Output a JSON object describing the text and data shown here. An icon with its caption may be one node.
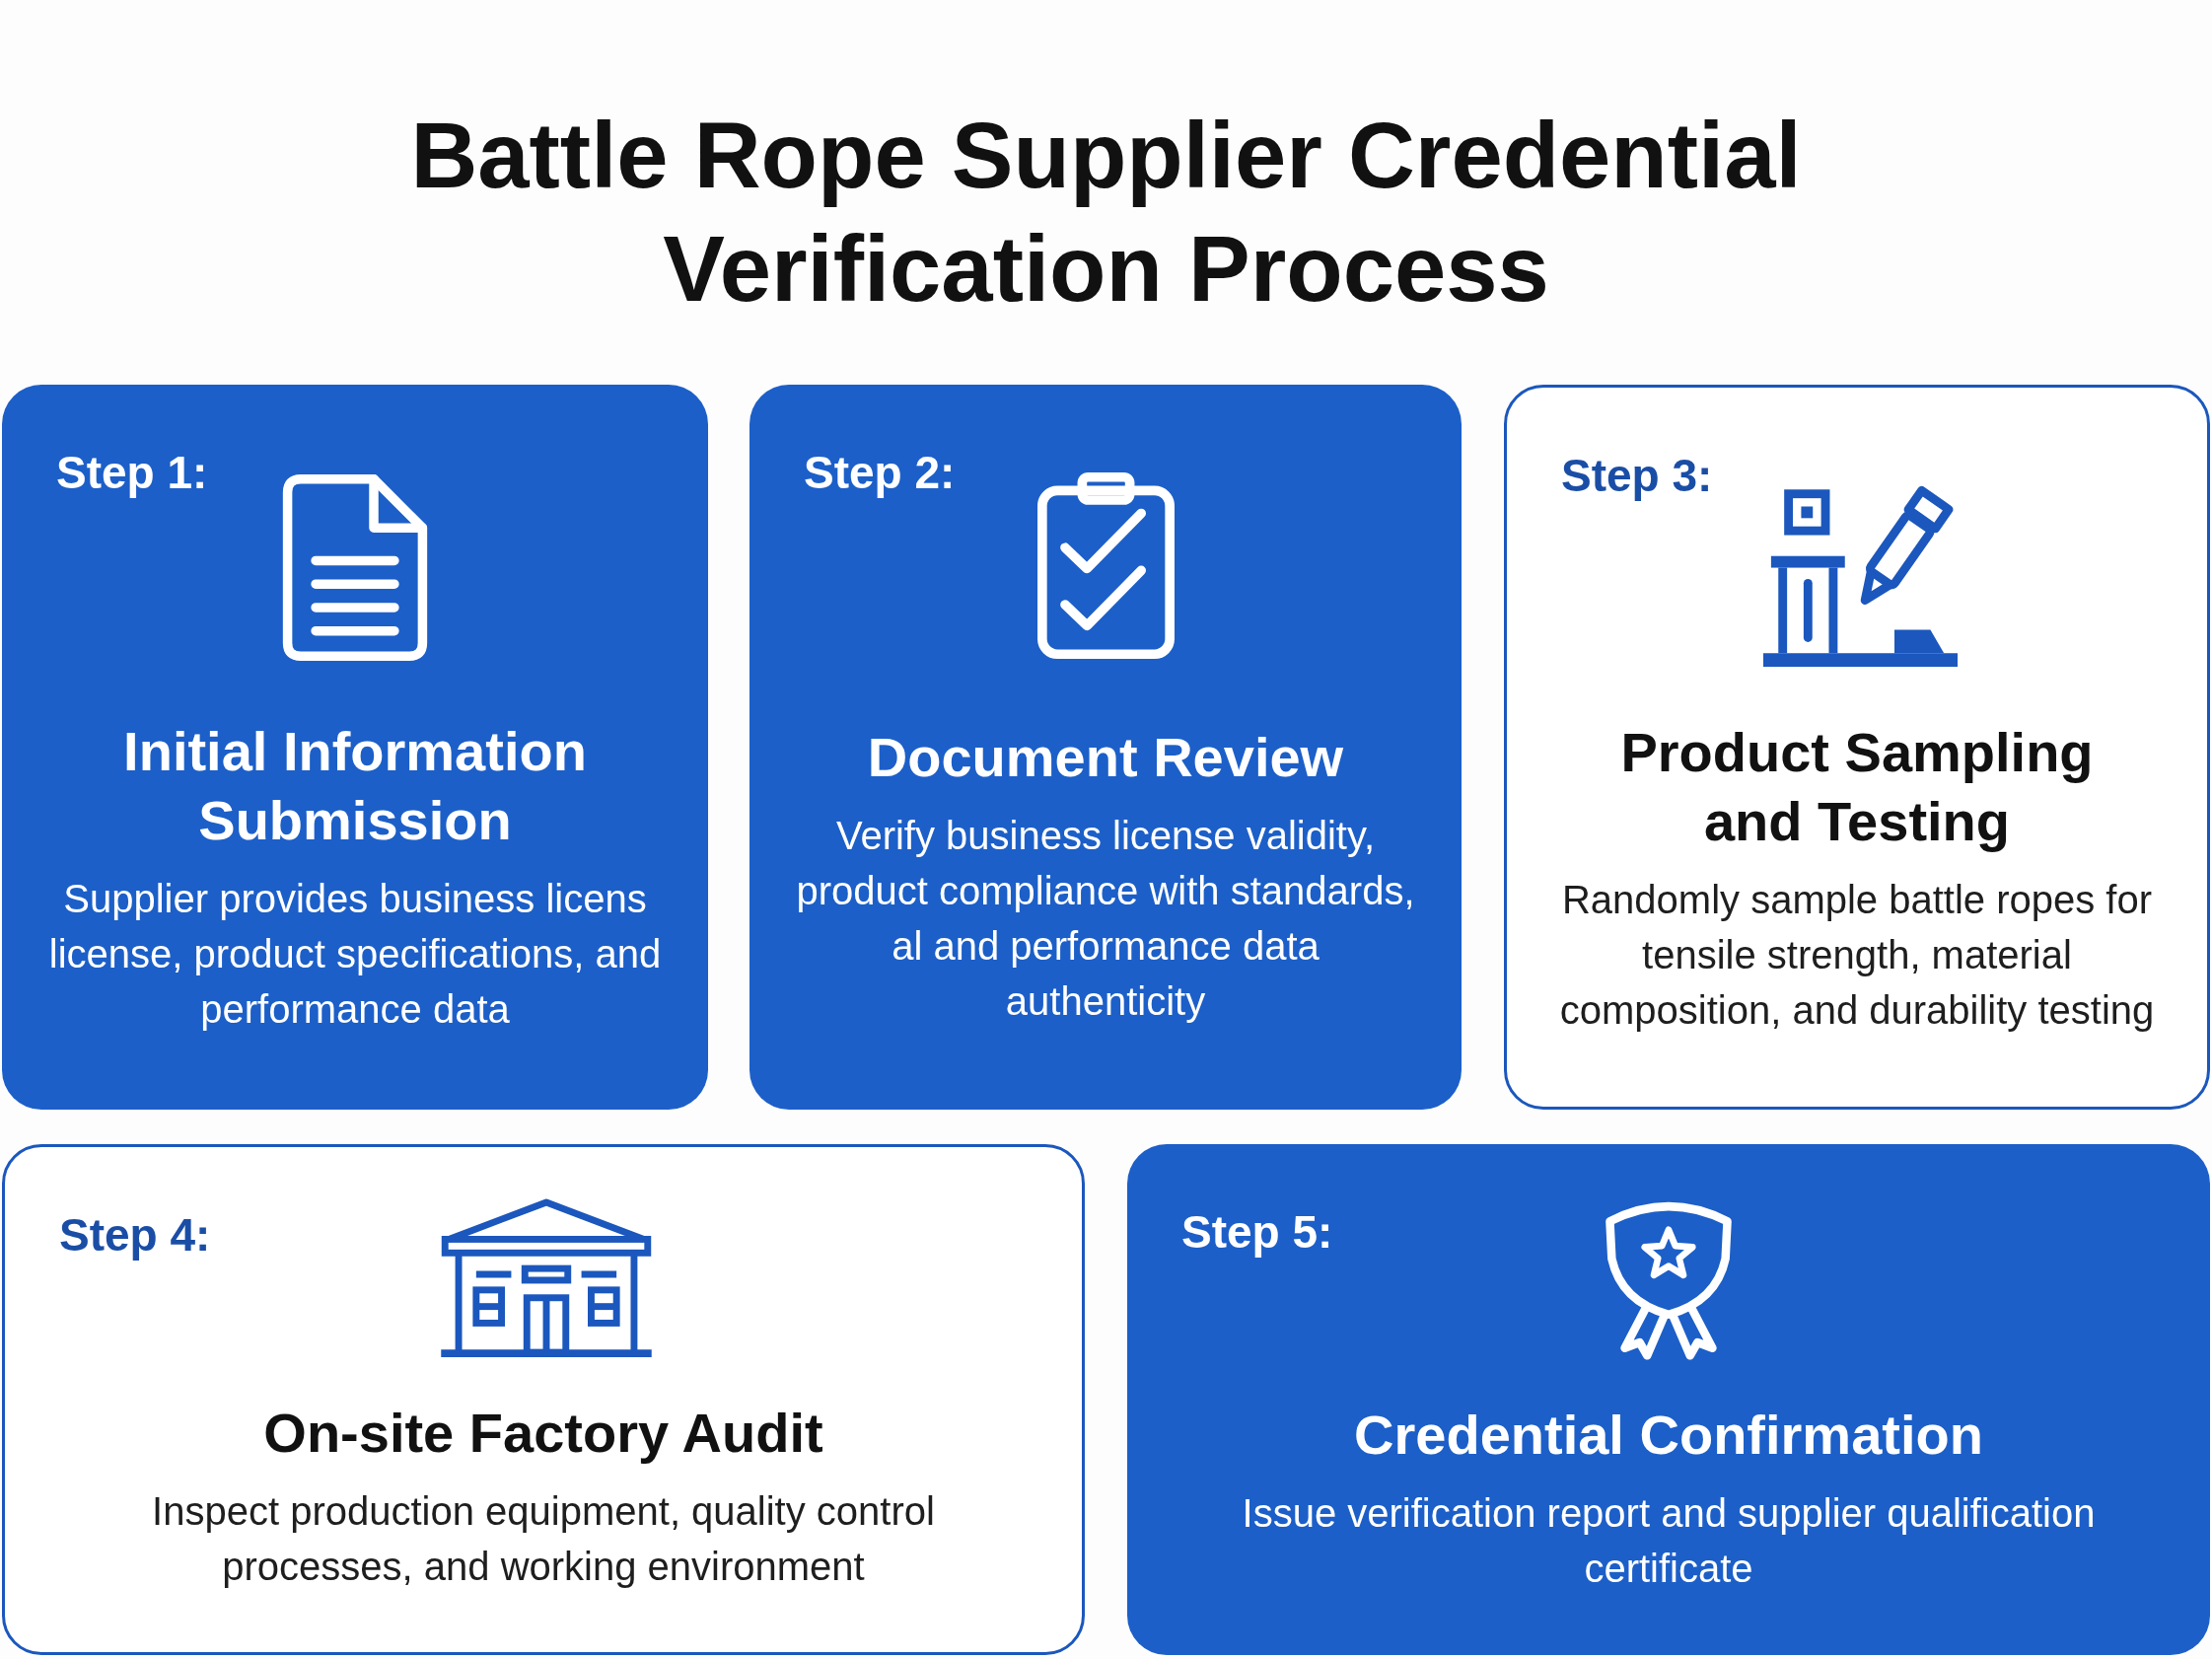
{
  "diagram": {
    "title": "Battle Rope Supplier Credential Verification Process",
    "nodes": [
      {
        "text": [
          "Step 1:",
          "Initial Information Submission",
          "Supplier provides business licens license, product specifications, and performance data"
        ]
      },
      {
        "text": [
          "Step 2:",
          "Document Review",
          "Verify business license validity, product compliance with standards, al and performance data authenticity"
        ]
      },
      {
        "text": [
          "Step 3:",
          "Product Sampling and Testing",
          "Randomly sample battle ropes for tensile strength, material composition, and durability testing"
        ]
      },
      {
        "text": [
          "Step 4:",
          "On-site Factory Audit",
          "Inspect production equipment, quality control processes, and working environment"
        ]
      },
      {
        "text": [
          "Step 5:",
          "Credential Confirmation",
          "Issue verification report and supplier qualification certificate"
        ]
      }
    ]
  }
}
